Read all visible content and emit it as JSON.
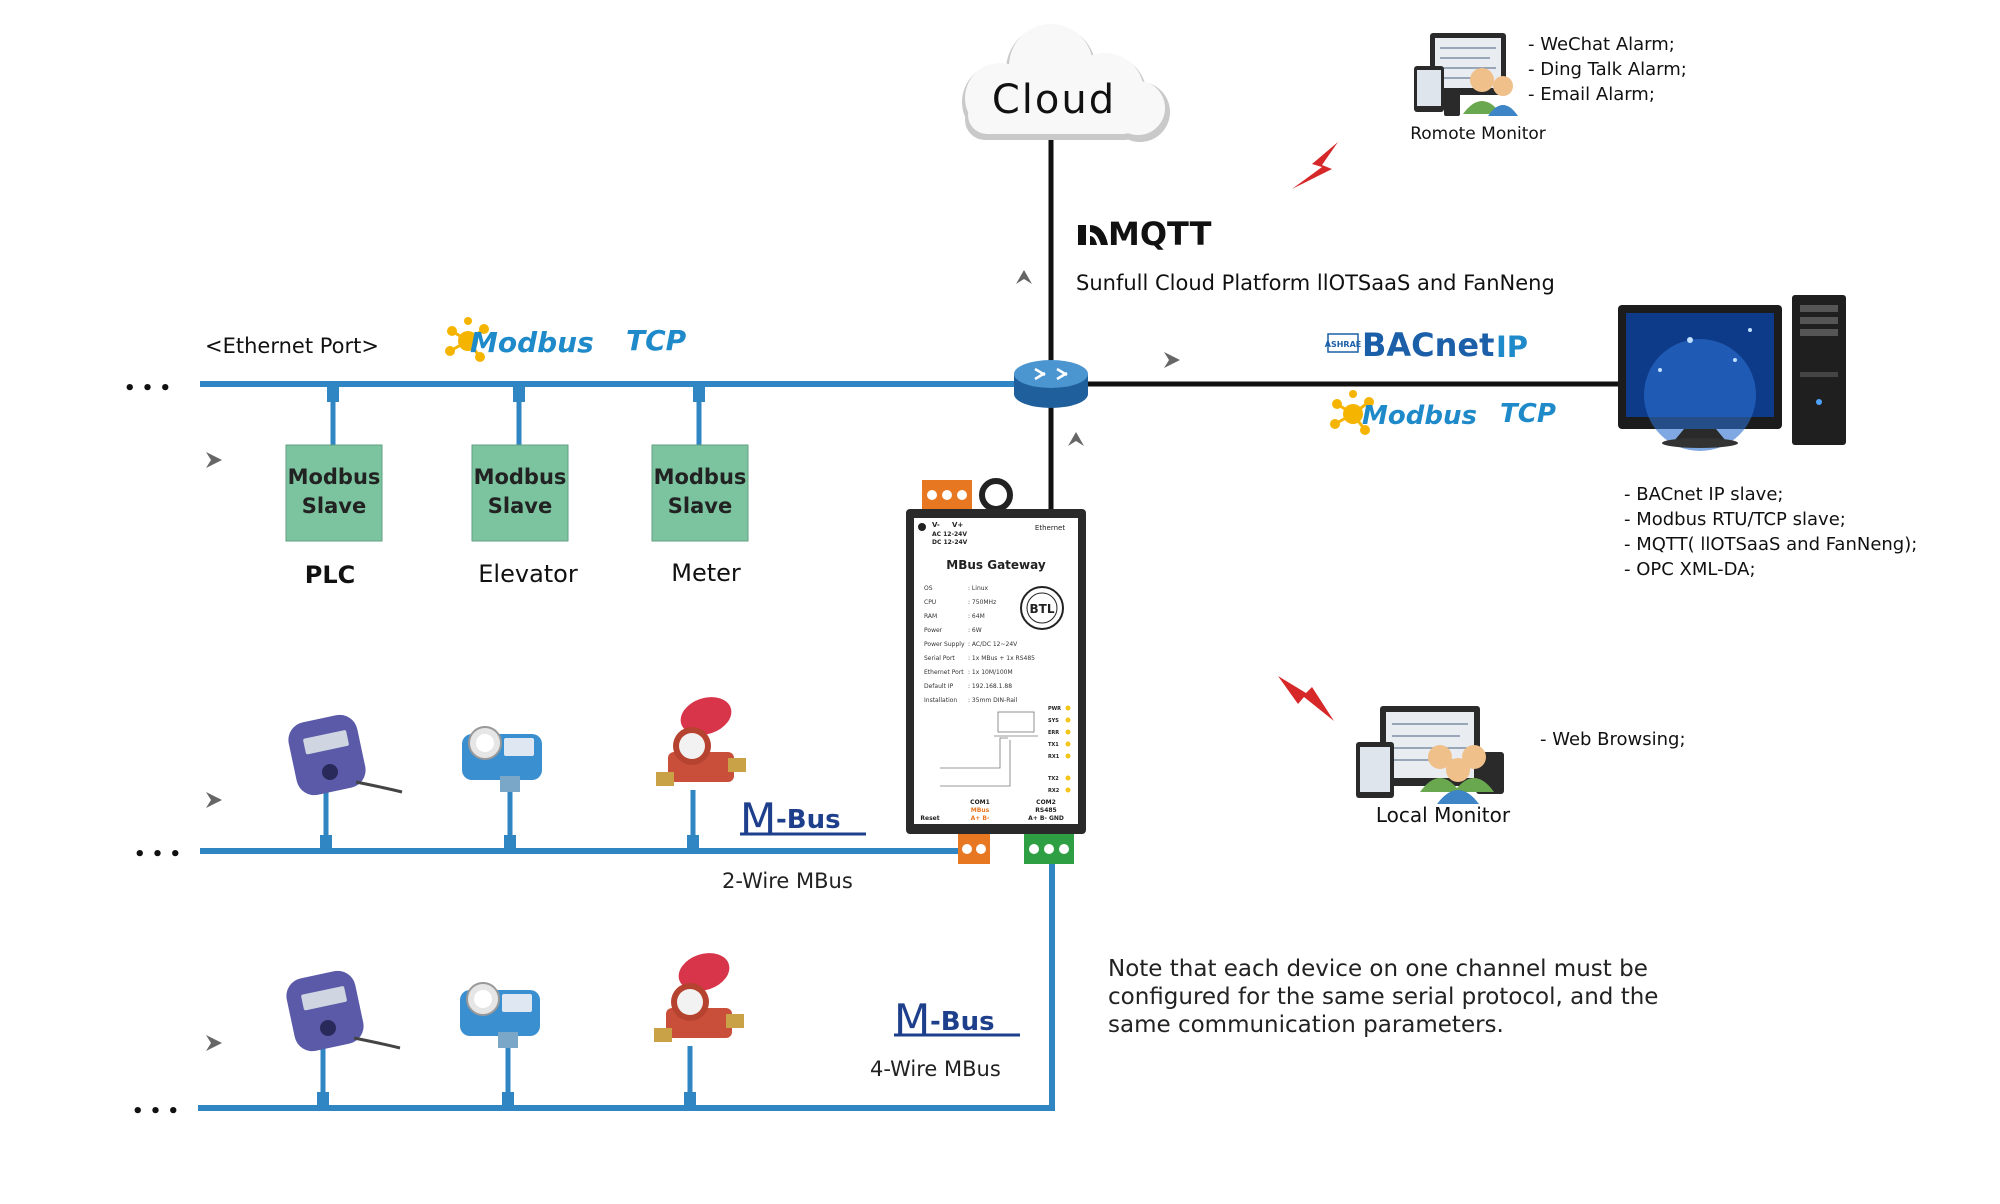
{
  "cloud": {
    "label": "Cloud"
  },
  "mqtt": {
    "logo_text": "MQTT",
    "platform": "Sunfull Cloud Platform llOTSaaS and FanNeng"
  },
  "remote_monitor": {
    "label": "Romote Monitor",
    "items": [
      "- WeChat Alarm;",
      "- Ding Talk Alarm;",
      "- Email Alarm;"
    ]
  },
  "ethernet": {
    "port_label": "<Ethernet Port>",
    "protocol": {
      "main": "Modbus",
      "suffix": "TCP"
    }
  },
  "slaves": [
    {
      "line1": "Modbus",
      "line2": "Slave",
      "device": "PLC"
    },
    {
      "line1": "Modbus",
      "line2": "Slave",
      "device": "Elevator"
    },
    {
      "line1": "Modbus",
      "line2": "Slave",
      "device": "Meter"
    }
  ],
  "bacnet": {
    "badge": "ASHRAE",
    "name": "BACnet",
    "suffix": "IP"
  },
  "modbus_right": {
    "main": "Modbus",
    "suffix": "TCP"
  },
  "pc_features": [
    "- BACnet IP slave;",
    "- Modbus RTU/TCP slave;",
    "- MQTT( llOTSaaS and FanNeng);",
    "- OPC XML-DA;"
  ],
  "gateway": {
    "title": "MBus Gateway",
    "power_terminals": {
      "vminus": "V-",
      "vplus": "V+",
      "ac": "AC 12-24V",
      "dc": "DC 12-24V"
    },
    "ethernet_label": "Ethernet",
    "certification": "BTL",
    "specs": [
      {
        "k": "OS",
        "v": ": Linux"
      },
      {
        "k": "CPU",
        "v": ": 750MHz"
      },
      {
        "k": "RAM",
        "v": ": 64M"
      },
      {
        "k": "Power",
        "v": ": 6W"
      },
      {
        "k": "Power Supply",
        "v": ": AC/DC 12~24V"
      },
      {
        "k": "Serial Port",
        "v": ": 1x MBus + 1x RS485"
      },
      {
        "k": "Ethernet Port",
        "v": ": 1x 10M/100M"
      },
      {
        "k": "Default IP",
        "v": ": 192.168.1.88"
      },
      {
        "k": "Installation",
        "v": ": 35mm DIN-Rail"
      }
    ],
    "leds": [
      "PWR",
      "SYS",
      "ERR",
      "TX1",
      "RX1",
      "TX2",
      "RX2"
    ],
    "ports": {
      "com1": "COM1",
      "mbus": "MBus",
      "com1_pins": "A+  B-",
      "com2": "COM2",
      "rs485": "RS485",
      "com2_pins": "A+  B-  GND",
      "reset": "Reset"
    }
  },
  "local_monitor": {
    "label": "Local Monitor",
    "item": "- Web Browsing;"
  },
  "mbus_logo": {
    "m": "M",
    "bus": "-Bus"
  },
  "bus_2wire": "2-Wire MBus",
  "bus_4wire": "4-Wire MBus",
  "ellipsis": "• • •",
  "note": [
    "Note that each device on one channel must be",
    "configured for the same serial protocol, and the",
    "same communication parameters."
  ],
  "colors": {
    "bus_blue": "#2f86c3",
    "slave_green": "#7cc4a0",
    "terminal_orange": "#e87722",
    "terminal_green": "#2ea043",
    "bolt_red": "#d62828",
    "bacnet_blue": "#1b5fa8",
    "modbus_blue": "#1f8ac9",
    "mbus_navy": "#1e3f8c"
  }
}
